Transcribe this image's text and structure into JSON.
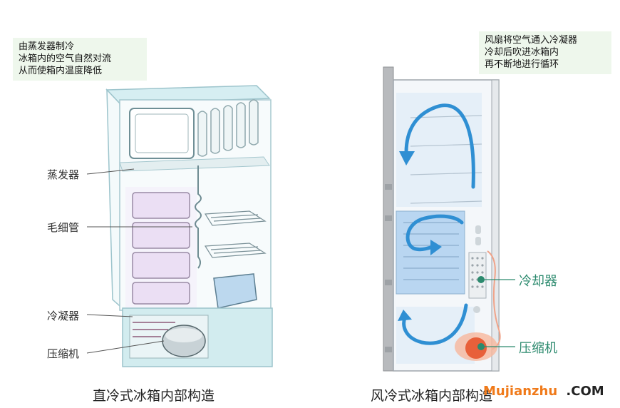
{
  "left_diagram": {
    "note_lines": [
      "由蒸发器制冷",
      "冰箱内的空气自然对流",
      "从而使箱内温度降低"
    ],
    "labels": {
      "evaporator": "蒸发器",
      "capillary": "毛细管",
      "condenser": "冷凝器",
      "compressor": "压缩机"
    },
    "caption": "直冷式冰箱内部构造"
  },
  "right_diagram": {
    "note_lines": [
      "风扇将空气通入冷凝器",
      "冷却后吹进冰箱内",
      "再不断地进行循环"
    ],
    "labels": {
      "cooler": "冷却器",
      "compressor": "压缩机"
    },
    "caption": "风冷式冰箱内部构造"
  },
  "watermark": {
    "brand": "Mujianzhu",
    "suffix": ".COM"
  },
  "colors": {
    "airflow": "#2f8fd3",
    "accent_label": "#2c8a6e",
    "note_bg": "#eef7ec",
    "compressor": "#e8603a",
    "watermark_orange": "#f07a1a"
  }
}
